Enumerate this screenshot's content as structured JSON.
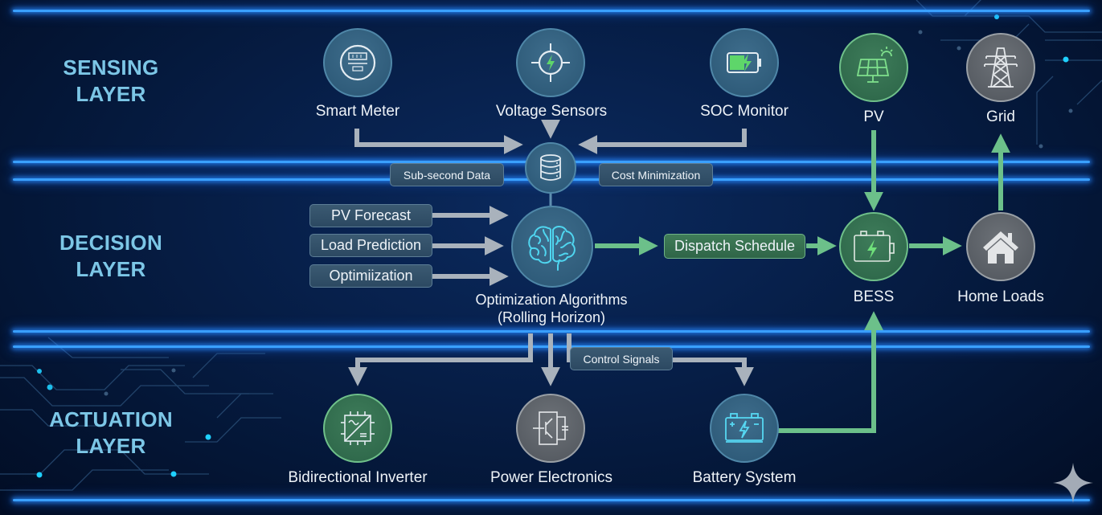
{
  "layers": [
    {
      "id": "sensing",
      "line1": "SENSING",
      "line2": "LAYER"
    },
    {
      "id": "decision",
      "line1": "DECISION",
      "line2": "LAYER"
    },
    {
      "id": "actuation",
      "line1": "ACTUATION",
      "line2": "LAYER"
    }
  ],
  "sensing": {
    "nodes": [
      {
        "label": "Smart Meter",
        "icon": "smart-meter-icon"
      },
      {
        "label": "Voltage Sensors",
        "icon": "voltage-sensor-icon"
      },
      {
        "label": "SOC Monitor",
        "icon": "battery-charge-icon"
      }
    ],
    "data_hub_icon": "database-icon",
    "tags": {
      "left": "Sub-second Data",
      "right": "Cost Minimization"
    }
  },
  "decision": {
    "inputs": [
      "PV Forecast",
      "Load Prediction",
      "Optimiization"
    ],
    "core": {
      "line1": "Optimization Algorithms",
      "line2": "(Rolling Horizon)",
      "icon": "brain-icon"
    },
    "output": "Dispatch Schedule"
  },
  "energy": {
    "pv": {
      "label": "PV",
      "icon": "solar-panel-icon"
    },
    "grid": {
      "label": "Grid",
      "icon": "transmission-tower-icon"
    },
    "bess": {
      "label": "BESS",
      "icon": "battery-icon"
    },
    "home": {
      "label": "Home Loads",
      "icon": "home-icon"
    }
  },
  "actuation": {
    "control_tag": "Control Signals",
    "nodes": [
      {
        "label": "Bidirectional Inverter",
        "icon": "inverter-icon"
      },
      {
        "label": "Power Electronics",
        "icon": "transistor-icon"
      },
      {
        "label": "Battery System",
        "icon": "battery-icon"
      }
    ]
  },
  "colors": {
    "accent_line": "#3aa0ff",
    "layer_title": "#7cc6e6",
    "flow_gray": "#a9b2bc",
    "flow_green": "#6cc08a"
  }
}
